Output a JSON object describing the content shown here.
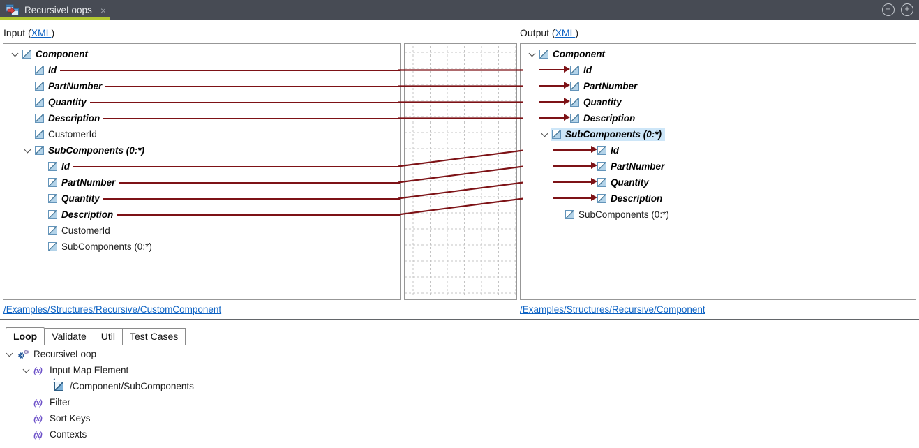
{
  "window": {
    "tab_title": "RecursiveLoops",
    "close_glyph": "×",
    "collapse_glyph": "−",
    "expand_glyph": "+"
  },
  "colors": {
    "topbar_bg": "#474b54",
    "tab_accent_green": "#b2c832",
    "map_line_maroon": "#7d1216",
    "selection_blue": "#cde6f8",
    "link_blue": "#0e63c4"
  },
  "headers": {
    "input_prefix": "Input (",
    "input_link": "XML",
    "input_suffix": ")",
    "output_prefix": "Output (",
    "output_link": "XML",
    "output_suffix": ")"
  },
  "paths": {
    "input": "/Examples/Structures/Recursive/CustomComponent",
    "output": "/Examples/Structures/Recursive/Component"
  },
  "input_tree": {
    "rows": [
      {
        "label": "Component",
        "level": 0,
        "chevron": true,
        "emph": true
      },
      {
        "label": "Id",
        "level": 1,
        "emph": true,
        "mapped": true
      },
      {
        "label": "PartNumber",
        "level": 1,
        "emph": true,
        "mapped": true
      },
      {
        "label": "Quantity",
        "level": 1,
        "emph": true,
        "mapped": true
      },
      {
        "label": "Description",
        "level": 1,
        "emph": true,
        "mapped": true
      },
      {
        "label": "CustomerId",
        "level": 1
      },
      {
        "label": "SubComponents (0:*)",
        "level": 1,
        "chevron": true,
        "emph": true
      },
      {
        "label": "Id",
        "level": 2,
        "emph": true,
        "mapped": true
      },
      {
        "label": "PartNumber",
        "level": 2,
        "emph": true,
        "mapped": true
      },
      {
        "label": "Quantity",
        "level": 2,
        "emph": true,
        "mapped": true
      },
      {
        "label": "Description",
        "level": 2,
        "emph": true,
        "mapped": true
      },
      {
        "label": "CustomerId",
        "level": 2
      },
      {
        "label": "SubComponents (0:*)",
        "level": 2
      }
    ]
  },
  "output_tree": {
    "rows": [
      {
        "label": "Component",
        "level": 0,
        "chevron": true,
        "emph": true
      },
      {
        "label": "Id",
        "level": 1,
        "emph": true,
        "mapped": true
      },
      {
        "label": "PartNumber",
        "level": 1,
        "emph": true,
        "mapped": true
      },
      {
        "label": "Quantity",
        "level": 1,
        "emph": true,
        "mapped": true
      },
      {
        "label": "Description",
        "level": 1,
        "emph": true,
        "mapped": true
      },
      {
        "label": "SubComponents (0:*)",
        "level": 1,
        "chevron": true,
        "emph": true,
        "selected": true
      },
      {
        "label": "Id",
        "level": 2,
        "emph": true,
        "mapped": true
      },
      {
        "label": "PartNumber",
        "level": 2,
        "emph": true,
        "mapped": true
      },
      {
        "label": "Quantity",
        "level": 2,
        "emph": true,
        "mapped": true
      },
      {
        "label": "Description",
        "level": 2,
        "emph": true,
        "mapped": true
      },
      {
        "label": "SubComponents (0:*)",
        "level": 2
      }
    ]
  },
  "mappings": [
    {
      "from": 1,
      "to": 1
    },
    {
      "from": 2,
      "to": 2
    },
    {
      "from": 3,
      "to": 3
    },
    {
      "from": 4,
      "to": 4
    },
    {
      "from": 7,
      "to": 6
    },
    {
      "from": 8,
      "to": 7
    },
    {
      "from": 9,
      "to": 8
    },
    {
      "from": 10,
      "to": 9
    }
  ],
  "bottom": {
    "tabs": [
      {
        "label": "Loop",
        "active": true
      },
      {
        "label": "Validate"
      },
      {
        "label": "Util"
      },
      {
        "label": "Test Cases"
      }
    ],
    "tree": [
      {
        "label": "RecursiveLoop",
        "level": 0,
        "icon": "gears",
        "chevron": true
      },
      {
        "label": "Input Map Element",
        "level": 1,
        "icon": "fx",
        "chevron": true
      },
      {
        "label": "/Component/SubComponents",
        "level": 2,
        "icon": "element-ref"
      },
      {
        "label": "Filter",
        "level": 1,
        "icon": "fx"
      },
      {
        "label": "Sort Keys",
        "level": 1,
        "icon": "fx"
      },
      {
        "label": "Contexts",
        "level": 1,
        "icon": "fx"
      }
    ]
  }
}
